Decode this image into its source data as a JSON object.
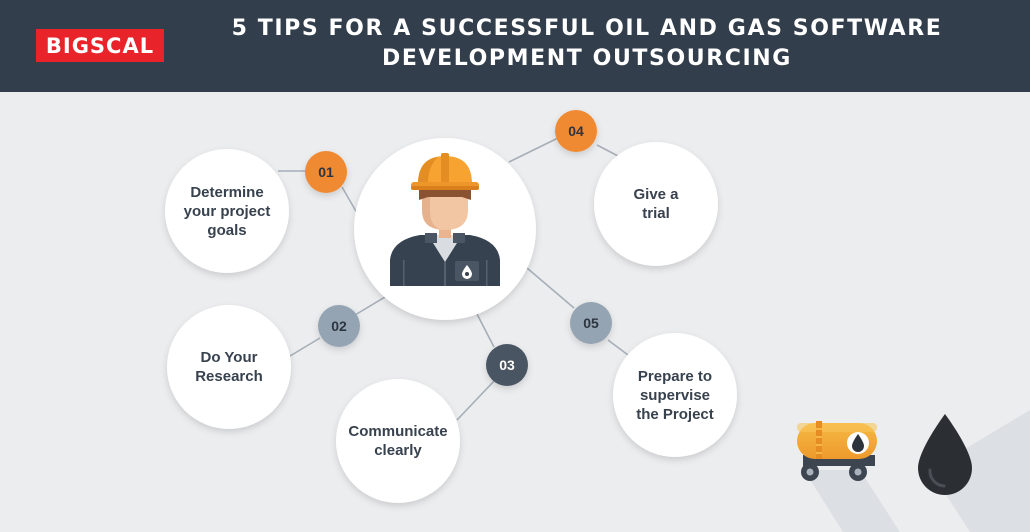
{
  "header": {
    "logo_text": "BIGSCAL",
    "title_line1": "5 TIPS FOR A SUCCESSFUL OIL AND GAS SOFTWARE",
    "title_line2": "DEVELOPMENT OUTSOURCING"
  },
  "tips": [
    {
      "number": "01",
      "text": "Determine your project goals",
      "badge_color": "#f08a32"
    },
    {
      "number": "02",
      "text": "Do Your Research",
      "badge_color": "#95a4b3"
    },
    {
      "number": "03",
      "text": "Communicate clearly",
      "badge_color": "#4a5562"
    },
    {
      "number": "04",
      "text": "Give a trial",
      "badge_color": "#f08a32"
    },
    {
      "number": "05",
      "text": "Prepare to supervise the Project",
      "badge_color": "#95a4b3"
    }
  ],
  "colors": {
    "header_bg": "#323e4b",
    "logo_bg": "#e8232a",
    "background": "#ecedef",
    "accent_orange": "#f08a32",
    "slate": "#95a4b3",
    "dark": "#4a5562"
  },
  "icons": [
    "engineer-icon",
    "oil-tanker-icon",
    "oil-drop-icon"
  ]
}
